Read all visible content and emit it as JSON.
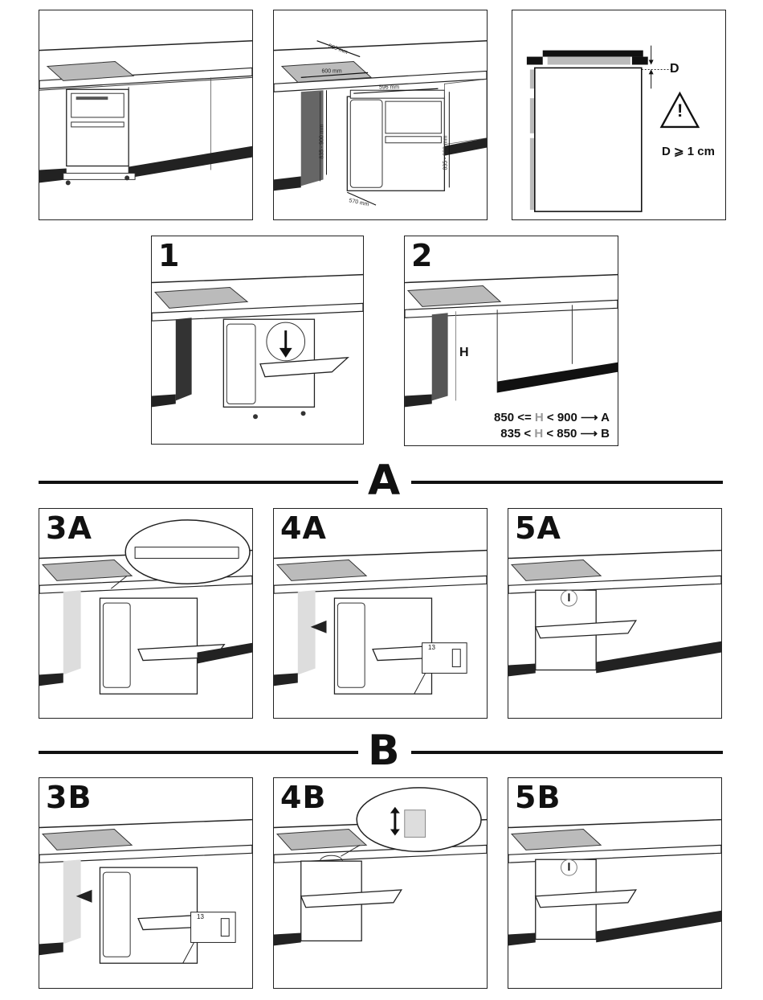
{
  "top": {
    "dims": {
      "depth": "580 mm",
      "width": "600 mm",
      "appliance_width": "596 mm",
      "height_left": "835 - 900 mm",
      "height_right": "835 - 900 mm",
      "appliance_depth": "570 mm"
    },
    "clearance": {
      "d_label": "D",
      "rule": "D ⩾ 1 cm",
      "warning_mark": "!"
    }
  },
  "steps": {
    "s1": "1",
    "s2": "2",
    "s3a": "3A",
    "s4a": "4A",
    "s5a": "5A",
    "s3b": "3B",
    "s4b": "4B",
    "s5b": "5B"
  },
  "step2": {
    "h_label": "H",
    "rule_a": {
      "left": "850 <= ",
      "h": "H",
      "right": " < 900 ⟶ A"
    },
    "rule_b": {
      "left": "835 < ",
      "h": "H",
      "right": " < 850 ⟶ B"
    }
  },
  "sections": {
    "a": "A",
    "b": "B"
  },
  "tool": {
    "size_4a": "13",
    "size_3b": "13"
  }
}
